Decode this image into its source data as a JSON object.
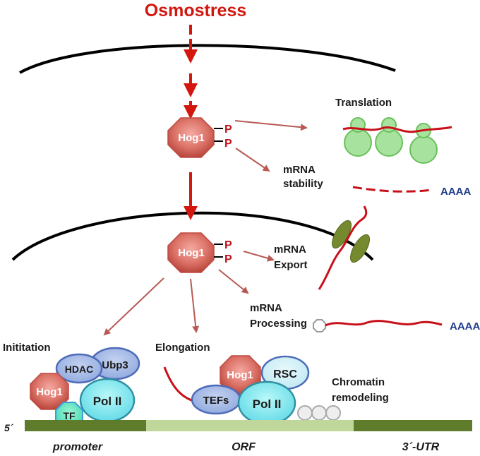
{
  "title": "Osmostress",
  "hog1_label": "Hog1",
  "phospho": "P",
  "cytoplasm": {
    "translation": "Translation",
    "mrna_stability_line1": "mRNA",
    "mrna_stability_line2": "stability",
    "poly_a": "AAAA"
  },
  "nucleus": {
    "mrna_export_line1": "mRNA",
    "mrna_export_line2": "Export",
    "mrna_processing_line1": "mRNA",
    "mrna_processing_line2": "Processing",
    "poly_a": "AAAA"
  },
  "initiation": {
    "heading": "Inititation",
    "hdac": "HDAC",
    "ubp3": "Ubp3",
    "hog1": "Hog1",
    "pol2": "Pol II",
    "tf": "TF"
  },
  "elongation": {
    "heading": "Elongation",
    "hog1": "Hog1",
    "rsc": "RSC",
    "tefs": "TEFs",
    "pol2": "Pol II"
  },
  "chromatin_line1": "Chromatin",
  "chromatin_line2": "remodeling",
  "dna": {
    "five_prime": "5´",
    "promoter": "promoter",
    "orf": "ORF",
    "three_utr": "3´-UTR"
  }
}
